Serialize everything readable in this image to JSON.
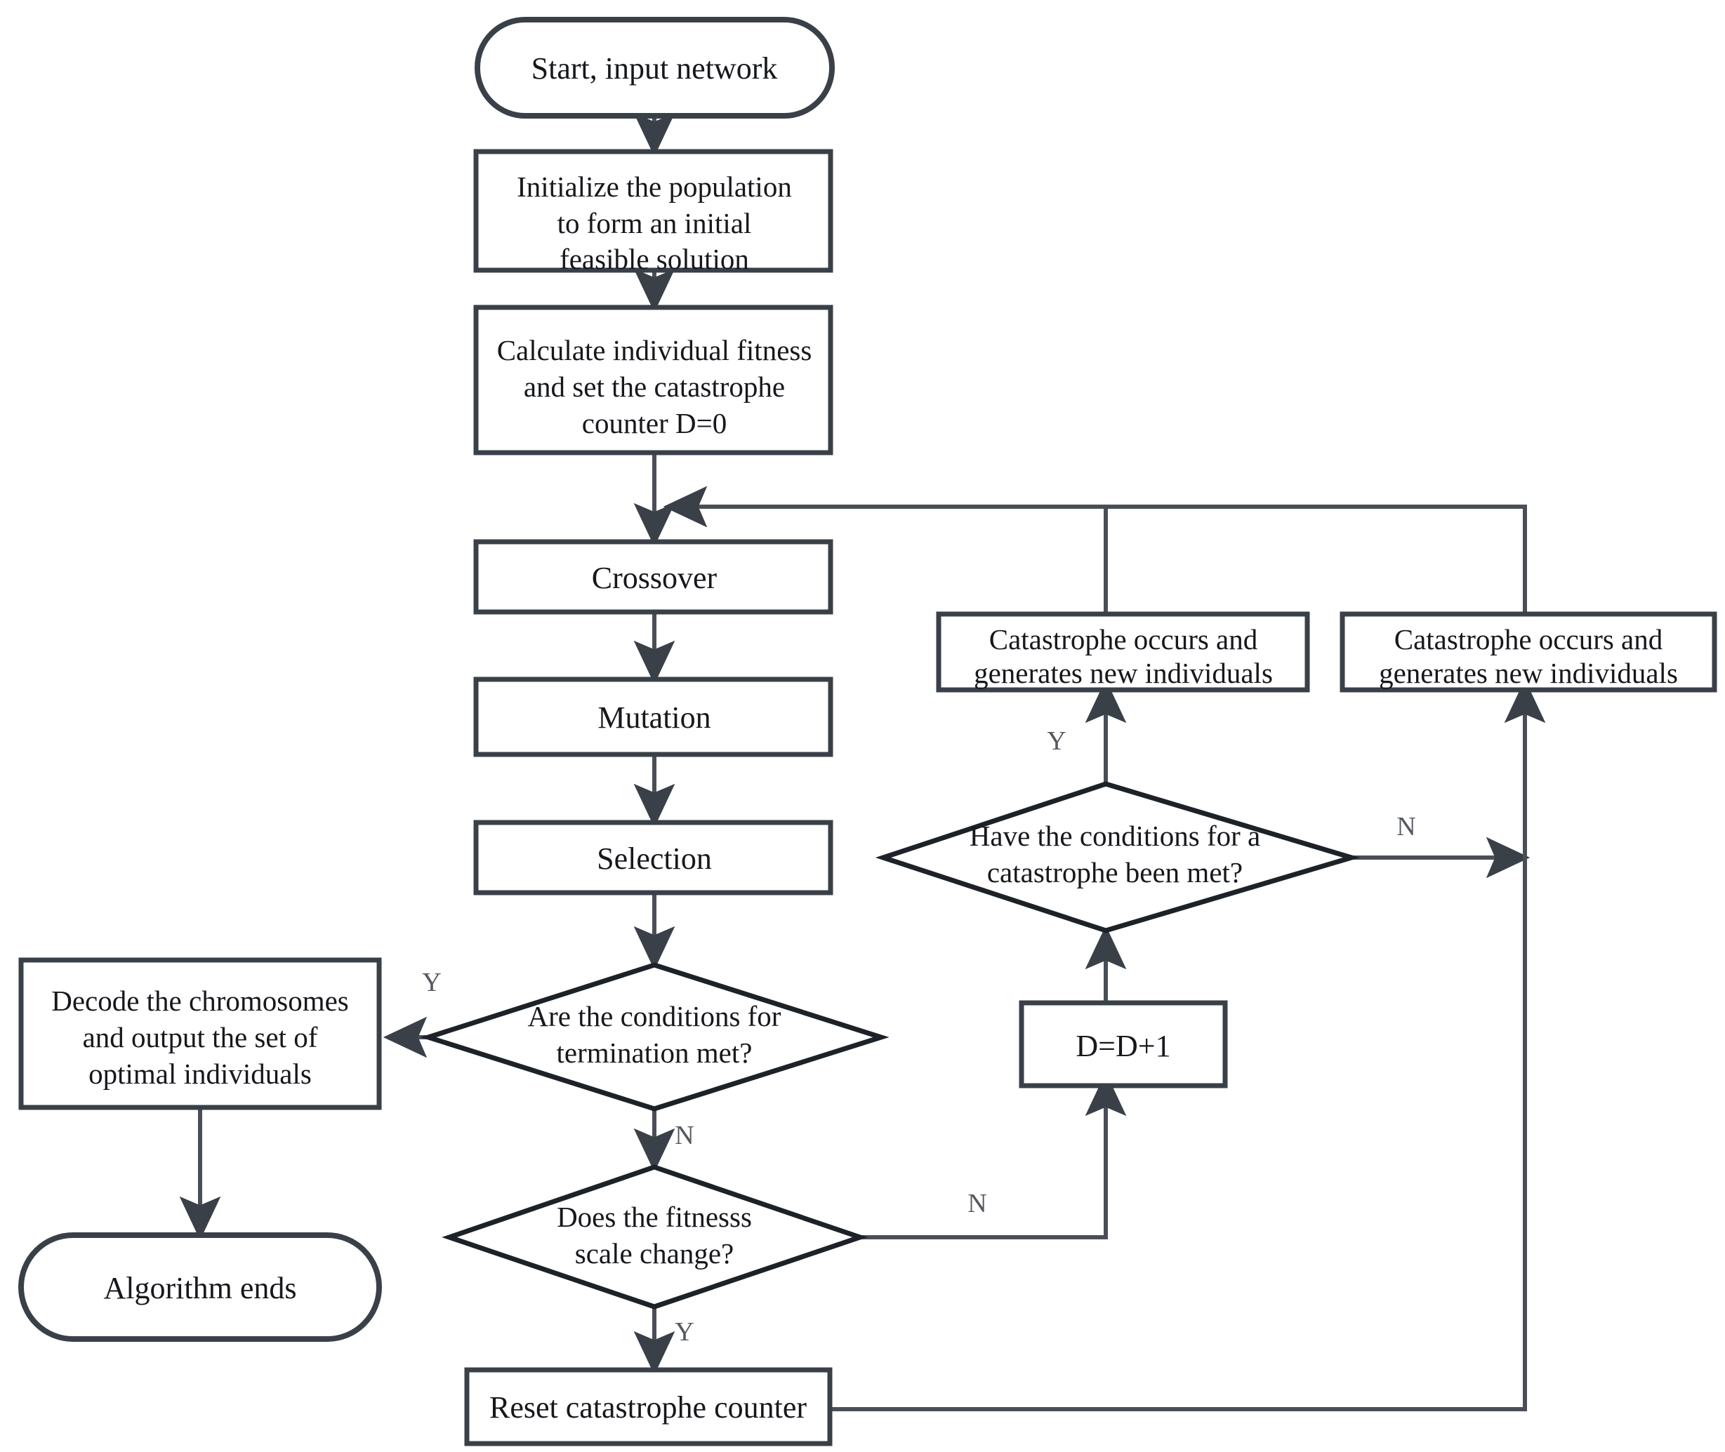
{
  "diagram": {
    "title": "Improved genetic algorithm with catastrophe operator flowchart",
    "colors": {
      "box_stroke": "#3a4048",
      "diamond_stroke": "#1d2228",
      "edge": "#4a4f57",
      "background": "#ffffff",
      "text": "#16181c",
      "branch_label": "#55595f"
    },
    "nodes": {
      "start": {
        "shape": "terminator",
        "label": "Start, input network"
      },
      "initialize": {
        "shape": "process",
        "lines": [
          "Initialize the population",
          "to form an initial",
          "feasible solution"
        ]
      },
      "calculate_fitness": {
        "shape": "process",
        "lines": [
          "Calculate individual fitness",
          "and set the catastrophe",
          "counter D=0"
        ]
      },
      "crossover": {
        "shape": "process",
        "label": "Crossover"
      },
      "mutation": {
        "shape": "process",
        "label": "Mutation"
      },
      "selection": {
        "shape": "process",
        "label": "Selection"
      },
      "termination_decision": {
        "shape": "decision",
        "lines": [
          "Are the conditions for",
          "termination met?"
        ]
      },
      "decode": {
        "shape": "process",
        "lines": [
          "Decode the chromosomes",
          "and output the set of",
          "optimal individuals"
        ]
      },
      "algorithm_ends": {
        "shape": "terminator",
        "label": "Algorithm ends"
      },
      "fitness_scale_decision": {
        "shape": "decision",
        "lines": [
          "Does the fitnesss",
          "scale change?"
        ]
      },
      "reset_counter": {
        "shape": "process",
        "label": "Reset catastrophe counter"
      },
      "increment_counter": {
        "shape": "process",
        "label": "D=D+1"
      },
      "catastrophe_decision": {
        "shape": "decision",
        "lines": [
          "Have the conditions for a",
          "catastrophe been met?"
        ]
      },
      "catastrophe_left": {
        "shape": "process",
        "lines": [
          "Catastrophe occurs and",
          "generates new individuals"
        ]
      },
      "catastrophe_right": {
        "shape": "process",
        "lines": [
          "Catastrophe occurs and",
          "generates new individuals"
        ]
      }
    },
    "branch_labels": {
      "termination_yes": "Y",
      "termination_no": "N",
      "fitness_no": "N",
      "fitness_yes": "Y",
      "catastrophe_yes": "Y",
      "catastrophe_no": "N"
    }
  }
}
